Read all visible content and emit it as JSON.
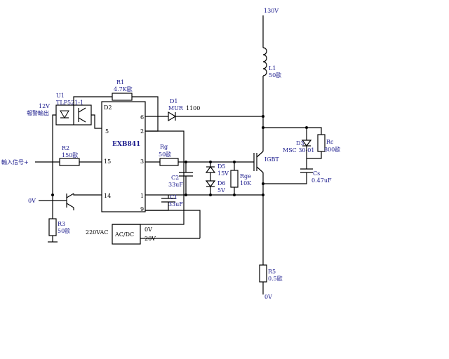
{
  "supply": {
    "top_voltage": "130V",
    "bottom_voltage": "0V"
  },
  "u1": {
    "ref": "U1",
    "part": "TLP521-1",
    "input_voltage": "12V",
    "output_label": "報警輸出"
  },
  "ic": {
    "name": "EXB841",
    "pins": {
      "p6": "6",
      "p5": "5",
      "p2": "2",
      "p15": "15",
      "p3": "3",
      "p14": "14",
      "p1": "1",
      "p9": "9"
    }
  },
  "r1": {
    "ref": "R1",
    "value": "4.7K歐"
  },
  "r2": {
    "ref": "R2",
    "value": "150歐"
  },
  "r3": {
    "ref": "R3",
    "value": "50歐"
  },
  "r5": {
    "ref": "R5",
    "value": "0.5歐"
  },
  "rg": {
    "ref": "Rg",
    "value": "50歐"
  },
  "rge": {
    "ref": "Rge",
    "value": "10K"
  },
  "rc": {
    "ref": "Rc",
    "value": "800歐"
  },
  "d1": {
    "ref": "D1",
    "part": "MUR",
    "rating": "1100"
  },
  "d2": {
    "ref": "D2"
  },
  "d3": {
    "ref": "D3",
    "part": "MSC 30-01"
  },
  "d5": {
    "ref": "D5",
    "value": "15V"
  },
  "d6": {
    "ref": "D6",
    "value": "5V"
  },
  "c1": {
    "ref": "C1",
    "value": "33uF"
  },
  "c2": {
    "ref": "C2",
    "value": "33uF"
  },
  "cs": {
    "ref": "Cs",
    "value": "0.47uF"
  },
  "l1": {
    "ref": "L1",
    "value": "50歐"
  },
  "igbt": {
    "label": "IGBT"
  },
  "input": {
    "label": "輸入信号+"
  },
  "ov_left": {
    "label": "0V"
  },
  "psu": {
    "ac_label": "220VAC",
    "module": "AC/DC",
    "out_0v": "0V",
    "out_20v": "20V"
  }
}
